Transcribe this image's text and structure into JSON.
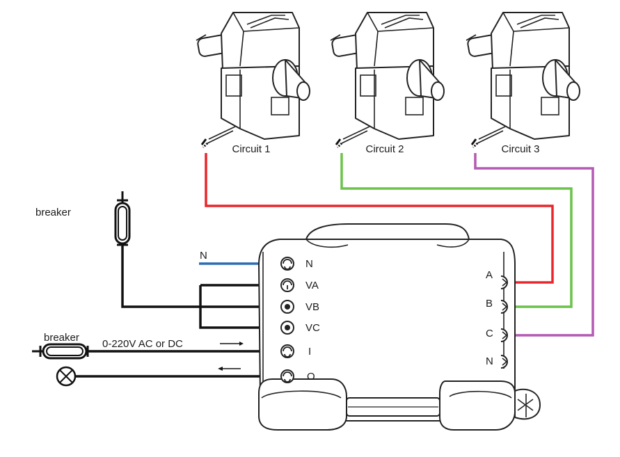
{
  "circuits": [
    "Circuit 1",
    "Circuit 2",
    "Circuit 3"
  ],
  "breaker_top_label": "breaker",
  "breaker_bottom_label": "breaker",
  "neutral_wire_label": "N",
  "signal_label": "0-220V AC or DC",
  "left_terminals": [
    "N",
    "VA",
    "VB",
    "VC",
    "I",
    "O"
  ],
  "right_terminals": [
    "A",
    "B",
    "C",
    "N"
  ],
  "colors": {
    "circuit1": "#e8262b",
    "circuit2": "#6cc24a",
    "circuit3": "#b45ab4",
    "neutral": "#2a6db4",
    "line": "#111111"
  }
}
